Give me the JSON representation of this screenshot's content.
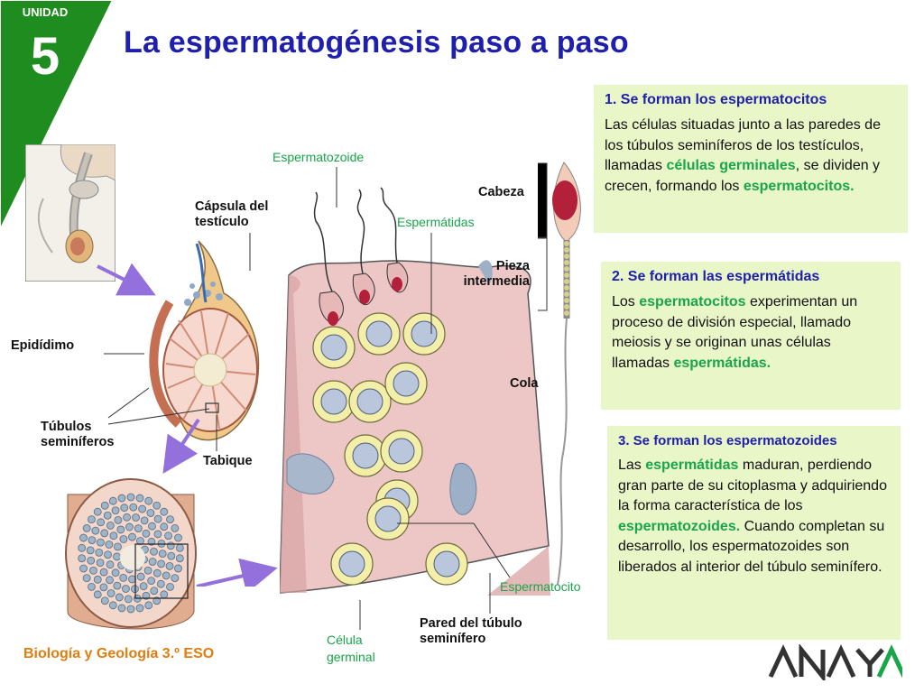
{
  "unit": {
    "label": "UNIDAD",
    "number": "5"
  },
  "title": "La espermatogénesis paso a paso",
  "labels": {
    "espermatozoide": "Espermatozoide",
    "capsula": "Cápsula del testículo",
    "espermatidas": "Espermátidas",
    "cabeza": "Cabeza",
    "pieza": "Pieza intermedia",
    "cola": "Cola",
    "epididimo": "Epidídimo",
    "tubulos": "Túbulos seminíferos",
    "tabique": "Tabique",
    "espermatocito": "Espermatocito",
    "pared": "Pared del túbulo seminífero",
    "celula": "Célula germinal"
  },
  "steps": [
    {
      "heading": "1. Se forman los espermatocitos",
      "parts": [
        "Las células situadas junto a las paredes de los túbulos seminíferos de los testículos, llamadas ",
        "células germinales",
        ", se dividen y crecen, formando los ",
        "espermatocitos."
      ]
    },
    {
      "heading": "2. Se forman las espermátidas",
      "parts": [
        "Los ",
        "espermatocitos",
        " experimentan un proceso de división especial, llamado meiosis y se originan unas células llamadas ",
        "espermátidas."
      ]
    },
    {
      "heading": "3. Se forman los  espermatozoides",
      "parts": [
        "Las ",
        "espermátidas",
        " maduran, perdiendo gran parte de su citoplasma y adquiriendo la forma característica de los ",
        "espermatozoides.",
        " Cuando completan su desarrollo, los espermatozoides son liberados al interior del túbulo seminífero."
      ]
    }
  ],
  "footer": "Biología y Geología 3.º ESO",
  "brand": "ANAYA",
  "colors": {
    "title": "#1f1fae",
    "badge": "#1e8c1e",
    "highlight": "#19a54a",
    "box_bg": "#e9f6c8",
    "footer": "#e07d10",
    "arrow": "#9370db"
  }
}
